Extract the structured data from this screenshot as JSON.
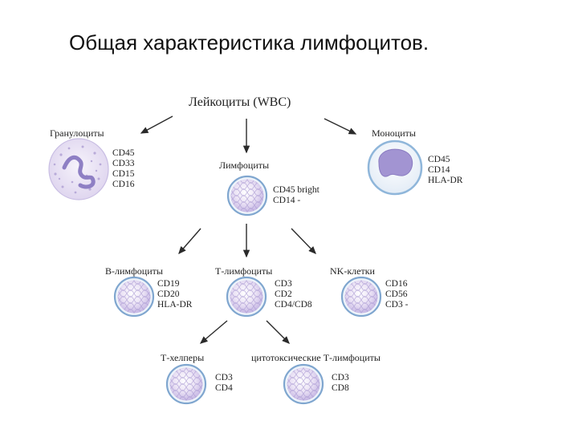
{
  "title": "Общая характеристика лимфоцитов.",
  "root": {
    "label": "Лейкоциты (WBC)"
  },
  "granulocytes": {
    "label": "Гранулоциты",
    "markers": [
      "CD45",
      "CD33",
      "CD15",
      "CD16"
    ]
  },
  "lymphocytes": {
    "label": "Лимфоциты",
    "markers": [
      "CD45 bright",
      "CD14 -"
    ]
  },
  "monocytes": {
    "label": "Моноциты",
    "markers": [
      "CD45",
      "CD14",
      "HLA-DR"
    ]
  },
  "b_lymphocytes": {
    "label": "В-лимфоциты",
    "markers": [
      "CD19",
      "CD20",
      "HLA-DR"
    ]
  },
  "t_lymphocytes": {
    "label": "Т-лимфоциты",
    "markers": [
      "CD3",
      "CD2",
      "CD4/CD8"
    ]
  },
  "nk_cells": {
    "label": "NK-клетки",
    "markers": [
      "CD16",
      "CD56",
      "CD3 -"
    ]
  },
  "t_helpers": {
    "label": "Т-хелперы",
    "markers": [
      "CD3",
      "CD4"
    ]
  },
  "cytotoxic_t": {
    "label": "цитотоксические Т-лимфоциты",
    "markers": [
      "CD3",
      "CD8"
    ]
  },
  "colors": {
    "arrow": "#2a2a2a",
    "cell_fill": "#e6def2",
    "cell_pattern": "#b7a9d8",
    "cell_rim": "#7fa6cf",
    "nucleus": "#9b8ccc"
  }
}
